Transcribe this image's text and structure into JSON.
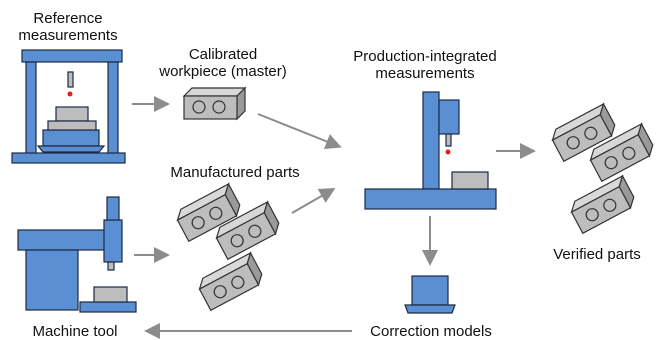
{
  "labels": {
    "reference_line1": "Reference",
    "reference_line2": "measurements",
    "master_line1": "Calibrated",
    "master_line2": "workpiece (master)",
    "production_line1": "Production-integrated",
    "production_line2": "measurements",
    "manufactured": "Manufactured parts",
    "verified": "Verified parts",
    "machine_tool": "Machine tool",
    "correction": "Correction models"
  },
  "colors": {
    "machine_blue": "#5b8fd4",
    "outline": "#1a2a44",
    "part_gray": "#bdbdbd",
    "part_top": "#d8d8d8",
    "part_side": "#9a9a9a",
    "arrow_gray": "#8c8c8c",
    "probe_red": "#e02020"
  }
}
